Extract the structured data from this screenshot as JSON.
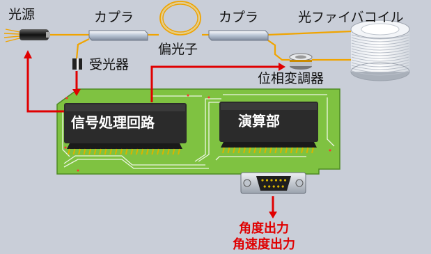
{
  "labels": {
    "light_source": "光源",
    "coupler_left": "カプラ",
    "coupler_right": "カプラ",
    "fiber_coil": "光ファイバコイル",
    "polarizer": "偏光子",
    "photodetector": "受光器",
    "phase_modulator": "位相変調器",
    "signal_processing": "信号処理回路",
    "computation": "演算部",
    "angle_output": "角度出力",
    "angular_velocity_output": "角速度出力"
  },
  "colors": {
    "background": "#c9ced8",
    "board": "#7fc241",
    "fiber": "#f0a400",
    "signal_arrow": "#e00000",
    "chip": "#2b2b2b"
  }
}
